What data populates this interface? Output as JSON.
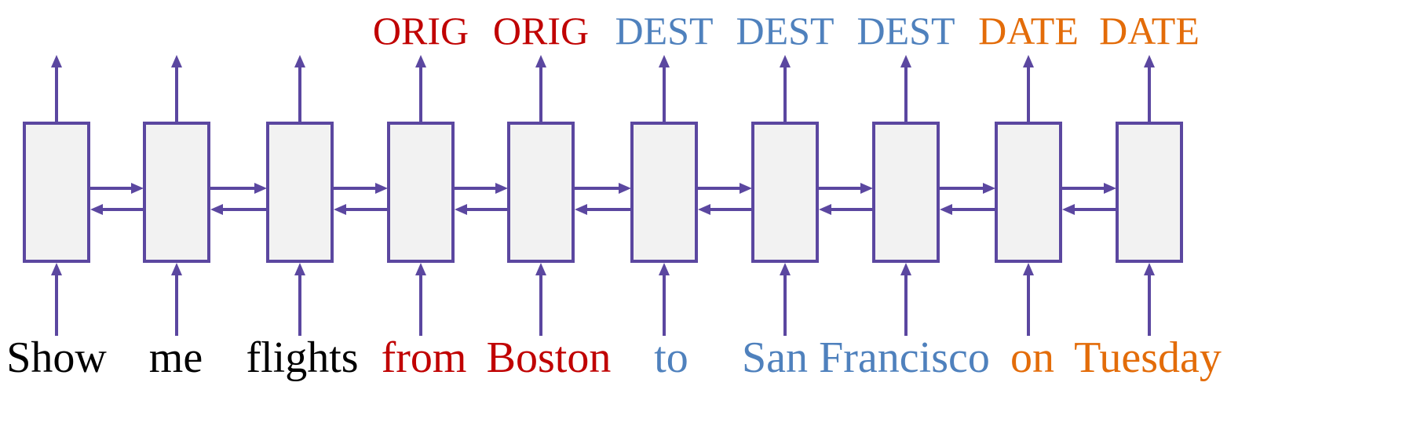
{
  "colors": {
    "box_fill": "#f2f2f2",
    "stroke": "#5b47a0",
    "default_text": "#000000",
    "orig": "#c00000",
    "dest": "#4f81bd",
    "date": "#e36c09"
  },
  "cells": [
    {
      "word": "Show",
      "tag": "",
      "word_color": "default_text",
      "tag_color": ""
    },
    {
      "word": "me",
      "tag": "",
      "word_color": "default_text",
      "tag_color": ""
    },
    {
      "word": "flights",
      "tag": "",
      "word_color": "default_text",
      "tag_color": ""
    },
    {
      "word": "from",
      "tag": "ORIG",
      "word_color": "orig",
      "tag_color": "orig"
    },
    {
      "word": "Boston",
      "tag": "ORIG",
      "word_color": "orig",
      "tag_color": "orig"
    },
    {
      "word": "to",
      "tag": "DEST",
      "word_color": "dest",
      "tag_color": "dest"
    },
    {
      "word": "San",
      "tag": "DEST",
      "word_color": "dest",
      "tag_color": "dest"
    },
    {
      "word": "Francisco",
      "tag": "DEST",
      "word_color": "dest",
      "tag_color": "dest"
    },
    {
      "word": "on",
      "tag": "DATE",
      "word_color": "date",
      "tag_color": "date"
    },
    {
      "word": "Tuesday",
      "tag": "DATE",
      "word_color": "date",
      "tag_color": "date"
    }
  ]
}
